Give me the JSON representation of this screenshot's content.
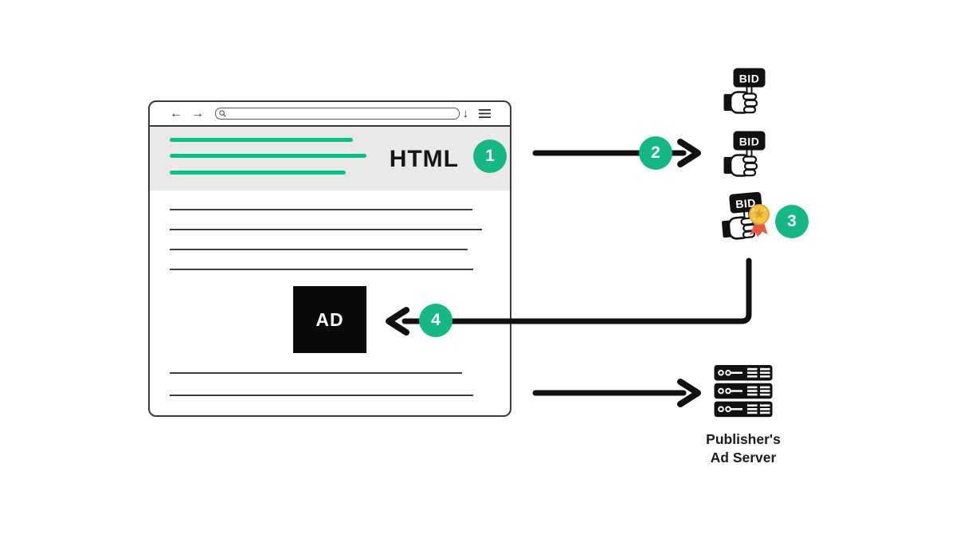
{
  "colors": {
    "accent_green": "#15b884",
    "line_green": "#06c18a",
    "header_bg": "#e9e9e8",
    "line_dark": "#3d3d3d"
  },
  "browser": {
    "toolbar": {
      "back_icon": "←",
      "forward_icon": "→",
      "search_value": "",
      "download_icon": "↓"
    },
    "page": {
      "title": "HTML",
      "ad_label": "AD"
    }
  },
  "steps": {
    "s1": "1",
    "s2": "2",
    "s3": "3",
    "s4": "4"
  },
  "bidders": [
    {
      "label": "BID"
    },
    {
      "label": "BID"
    },
    {
      "label": "BID",
      "status": "winner"
    }
  ],
  "publisher": {
    "label_line1": "Publisher's",
    "label_line2": "Ad Server"
  }
}
